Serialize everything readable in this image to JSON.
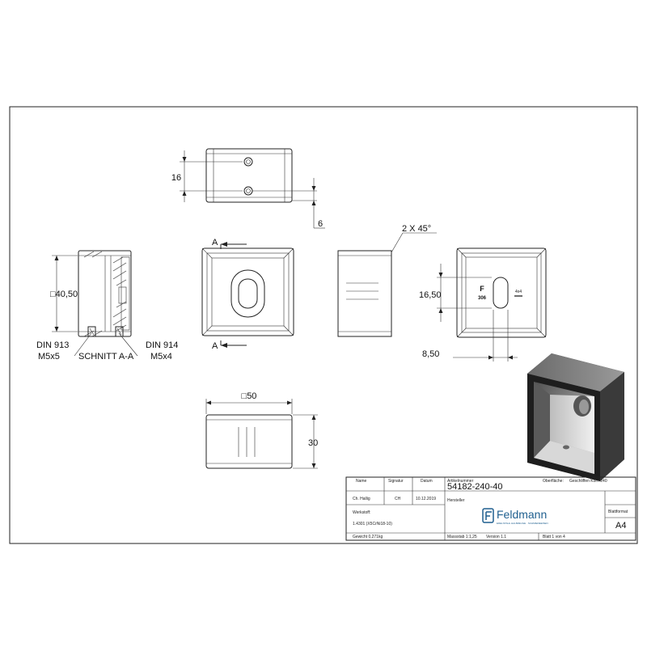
{
  "dimensions": {
    "top_hole_spacing": "16",
    "top_offset": "6",
    "chamfer": "2 X 45°",
    "side_size": "□40,50",
    "screw_left_name": "DIN 913",
    "screw_left_size": "M5x5",
    "section_label": "SCHNITT A-A",
    "screw_right_name": "DIN 914",
    "screw_right_size": "M5x4",
    "section_arrow_top": "A",
    "section_arrow_bottom": "A",
    "slot_height": "16,50",
    "slot_width": "8,50",
    "front_width": "□50",
    "front_height": "30"
  },
  "stamp": {
    "letter": "F",
    "number": "306",
    "mark": "4x4"
  },
  "title_block": {
    "col_name": "Name",
    "col_signature": "Signatur",
    "col_date": "Datum",
    "col_article": "Artikelnummer",
    "surface_label": "Oberfläche:",
    "surface_value": "Geschliffen Korn 240",
    "name_value": "Ch. Hallig",
    "signature_value": "CH",
    "date_value": "10.12.2019",
    "article_number": "54182-240-40",
    "manufacturer_label": "Hersteller",
    "material_label": "Werkstoff:",
    "material_value": "1.4301 (X5CrNi18-10)",
    "weight": "Gewicht 0,271kg",
    "scale": "Massstab 1:1,25",
    "version": "Version 1.1",
    "sheet": "Blatt 1 von 4",
    "format_label": "Blattformat",
    "format_value": "A4",
    "logo_text": "Feldmann",
    "logo_subtext": "EDELSTAHL HALBZEUGE · SCHMIEDEEISEN"
  },
  "colors": {
    "line": "#222222",
    "render_dark": "#2a2a2a",
    "render_mid": "#777777",
    "render_light": "#d8d8d8",
    "logo_blue": "#1f5f8f"
  }
}
